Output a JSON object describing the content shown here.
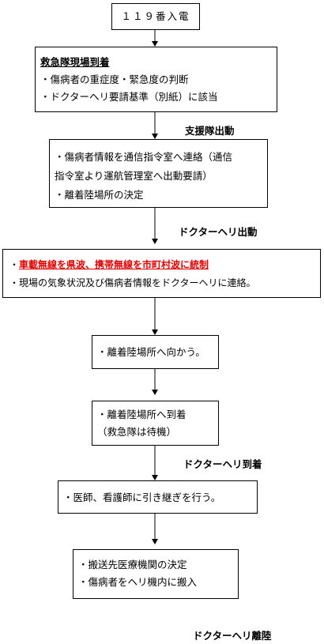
{
  "steps": {
    "call": "１１９番入電",
    "arrival": {
      "title": "救急隊現場到着",
      "items": [
        "・傷病者の重症度・緊急度の判断",
        "・ドクターヘリ要請基準（別紙）に該当"
      ]
    },
    "contact": {
      "items": [
        "・傷病者情報を通信指令室へ連絡（通信",
        "指令室より運航管理室へ出動要請）",
        "・離着陸場所の決定"
      ]
    },
    "radio": {
      "bullet": "・",
      "highlight": "車載無線を県波、携帯無線を市町村波に統制",
      "item2": "・現場の気象状況及び傷病者情報をドクターヘリに連絡。"
    },
    "head_to": "・離着陸場所へ向かう。",
    "arrive_site": [
      "・離着陸場所へ到着",
      "（救急隊は待機）"
    ],
    "handover": "・医師、看護師に引き継ぎを行う。",
    "transport": [
      "・搬送先医療機関の決定",
      "・傷病者をヘリ機内に搬入"
    ]
  },
  "labels": {
    "support": "支援隊出動",
    "heli_dispatch": "ドクターヘリ出動",
    "heli_arrival": "ドクターヘリ到着",
    "heli_departure": "ドクターヘリ離陸"
  }
}
